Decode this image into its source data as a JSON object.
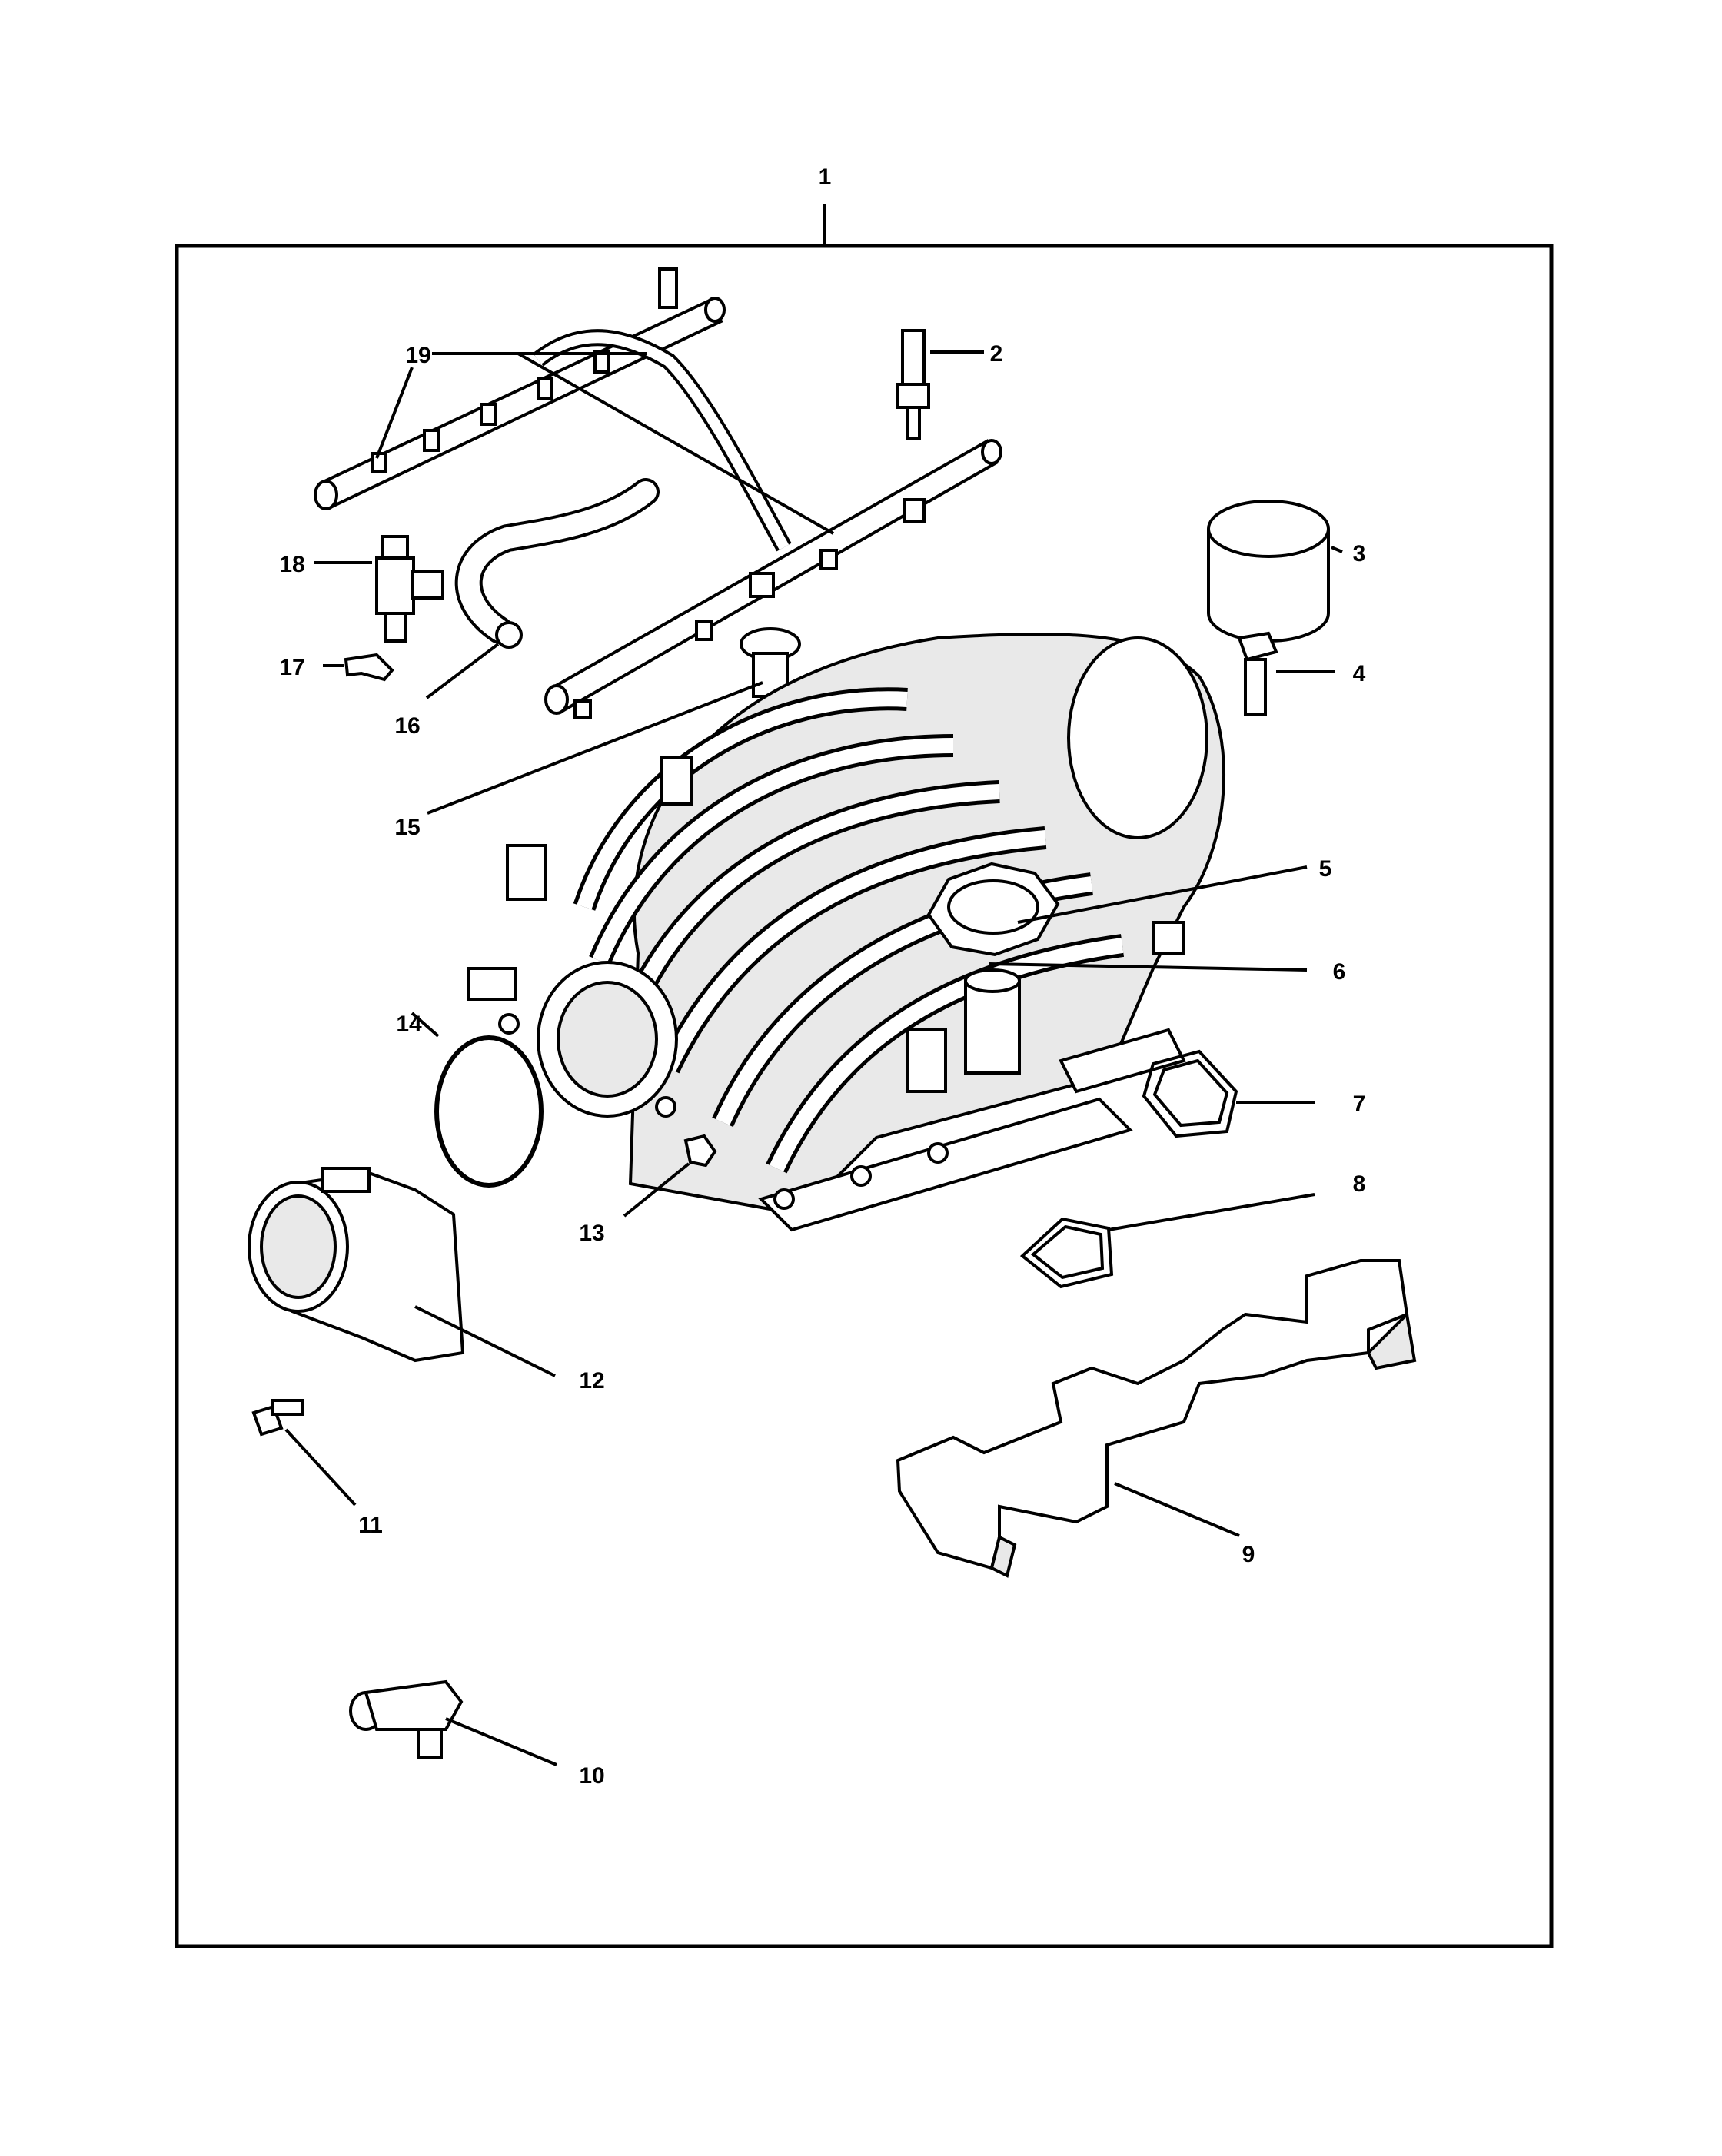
{
  "diagram": {
    "callouts": {
      "c1": "1",
      "c2": "2",
      "c3": "3",
      "c4": "4",
      "c5": "5",
      "c6": "6",
      "c7": "7",
      "c8": "8",
      "c9": "9",
      "c10": "10",
      "c11": "11",
      "c12": "12",
      "c13": "13",
      "c14": "14",
      "c15": "15",
      "c16": "16",
      "c17": "17",
      "c18": "18",
      "c19": "19"
    },
    "colors": {
      "ink": "#000000",
      "paper": "#ffffff",
      "shade": "#e9e9e9"
    }
  }
}
